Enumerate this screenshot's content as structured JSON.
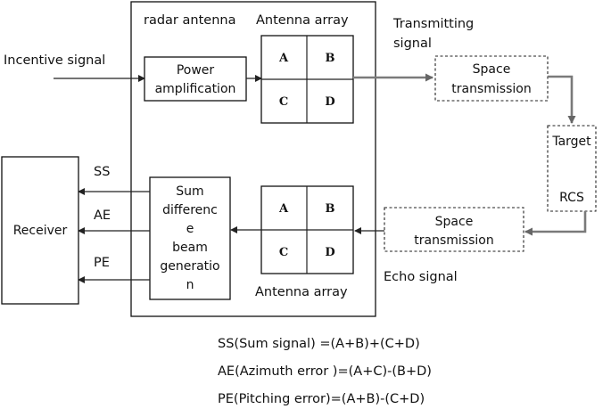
{
  "labels": {
    "incentive_signal": "Incentive signal",
    "radar_antenna": "radar antenna",
    "antenna_array_top": "Antenna array",
    "antenna_array_bottom": "Antenna array",
    "transmitting_signal_line1": "Transmitting",
    "transmitting_signal_line2": "signal",
    "echo_signal": "Echo signal",
    "ss": "SS",
    "ae": "AE",
    "pe": "PE"
  },
  "boxes": {
    "power_amp": [
      "Power",
      "amplification"
    ],
    "space_tx_top": [
      "Space",
      "transmission"
    ],
    "space_tx_bottom": [
      "Space",
      "transmission"
    ],
    "target": "Target",
    "rcs": "RCS",
    "receiver": "Receiver",
    "sum_diff": [
      "Sum",
      "differenc",
      "e",
      "beam",
      "generatio",
      "n"
    ]
  },
  "array_quadrants": [
    "A",
    "B",
    "C",
    "D"
  ],
  "formulas": [
    "SS(Sum signal) =(A+B)+(C+D)",
    "AE(Azimuth error )=(A+C)-(B+D)",
    "PE(Pitching error)=(A+B)-(C+D)"
  ],
  "colors": {
    "line": "#222222",
    "feedback_line": "#7a7a7a",
    "text": "#111111"
  }
}
